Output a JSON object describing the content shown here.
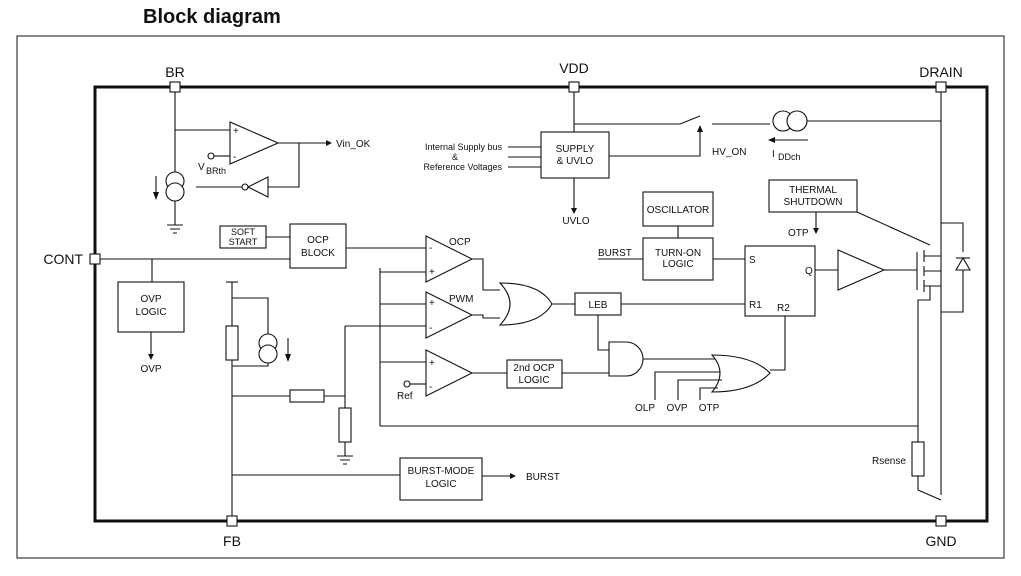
{
  "title": "Block diagram",
  "pins": {
    "br": "BR",
    "vdd": "VDD",
    "drain": "DRAIN",
    "cont": "CONT",
    "fb": "FB",
    "gnd": "GND"
  },
  "blocks": {
    "supply_uvlo": [
      "SUPPLY",
      "& UVLO"
    ],
    "soft_start": [
      "SOFT",
      "START"
    ],
    "ocp_block": [
      "OCP",
      "BLOCK"
    ],
    "ovp_logic": [
      "OVP",
      "LOGIC"
    ],
    "oscillator": "OSCILLATOR",
    "turn_on_logic": [
      "TURN-ON",
      "LOGIC"
    ],
    "thermal_shutdown": [
      "THERMAL",
      "SHUTDOWN"
    ],
    "leb": "LEB",
    "second_ocp_logic": [
      "2nd OCP",
      "LOGIC"
    ],
    "burst_mode_logic": [
      "BURST-MODE",
      "LOGIC"
    ]
  },
  "signals": {
    "vin_ok": "Vin_OK",
    "vbrth_main": "V",
    "vbrth_sub": "BRth",
    "internal_supply": [
      "Internal Supply bus",
      "&",
      "Reference Voltages"
    ],
    "uvlo": "UVLO",
    "hv_on": "HV_ON",
    "iddch_main": "I",
    "iddch_sub": "DDch",
    "otp_out": "OTP",
    "burst_in": "BURST",
    "burst_out": "BURST",
    "ovp_out": "OVP",
    "ref": "Ref",
    "olp": "OLP",
    "ovp_in": "OVP",
    "otp_in": "OTP",
    "rsense": "Rsense",
    "ocp_comp": "OCP",
    "pwm_comp": "PWM"
  },
  "ports": {
    "s": "S",
    "q": "Q",
    "r1": "R1",
    "r2": "R2"
  },
  "signs": {
    "plus": "+",
    "minus": "-"
  }
}
